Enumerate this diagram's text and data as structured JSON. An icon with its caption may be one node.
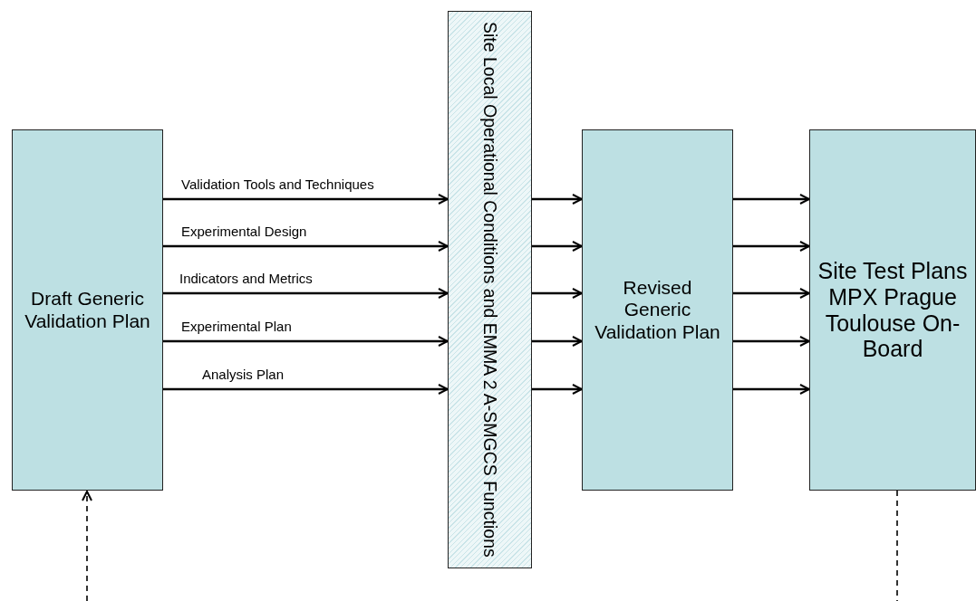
{
  "diagram": {
    "nodes": [
      {
        "text": [
          "Draft Generic Validation Plan"
        ]
      },
      {
        "text": [
          "Site Local Operational Conditions and EMMA 2 A-SMGCS Functions"
        ]
      },
      {
        "text": [
          "Revised Generic Validation Plan"
        ]
      },
      {
        "text": [
          "Site Test Plans MPX Prague Toulouse On-Board"
        ]
      }
    ],
    "edges": [
      {
        "from": 0,
        "to": 1,
        "arrow": "to",
        "label": "Validation Tools and Techniques"
      },
      {
        "from": 0,
        "to": 1,
        "arrow": "to",
        "label": "Experimental Design"
      },
      {
        "from": 0,
        "to": 1,
        "arrow": "to",
        "label": "Indicators and Metrics"
      },
      {
        "from": 0,
        "to": 1,
        "arrow": "to",
        "label": "Experimental Plan"
      },
      {
        "from": 0,
        "to": 1,
        "arrow": "to",
        "label": "Analysis Plan"
      },
      {
        "from": 1,
        "to": 2,
        "arrow": "to"
      },
      {
        "from": 1,
        "to": 2,
        "arrow": "to"
      },
      {
        "from": 1,
        "to": 2,
        "arrow": "to"
      },
      {
        "from": 1,
        "to": 2,
        "arrow": "to"
      },
      {
        "from": 1,
        "to": 2,
        "arrow": "to"
      },
      {
        "from": 2,
        "to": 3,
        "arrow": "to"
      },
      {
        "from": 2,
        "to": 3,
        "arrow": "to"
      },
      {
        "from": 2,
        "to": 3,
        "arrow": "to"
      },
      {
        "from": 2,
        "to": 3,
        "arrow": "to"
      },
      {
        "from": 2,
        "to": 3,
        "arrow": "to"
      },
      {
        "from": null,
        "to": 0,
        "arrow": "to",
        "style": "dashed"
      },
      {
        "from": 3,
        "to": null,
        "arrow": "none",
        "style": "dashed"
      }
    ]
  }
}
